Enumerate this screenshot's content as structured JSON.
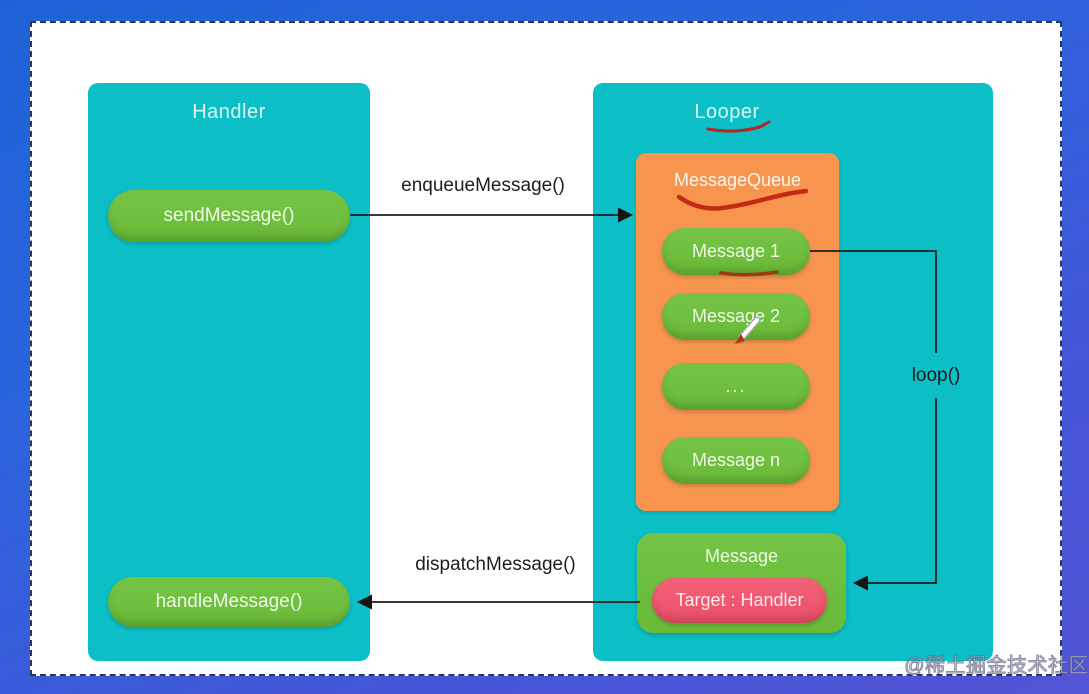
{
  "handler": {
    "title": "Handler",
    "send_label": "sendMessage()",
    "handle_label": "handleMessage()"
  },
  "looper": {
    "title": "Looper",
    "queue": {
      "title": "MessageQueue",
      "items": [
        "Message 1",
        "Message 2",
        "...",
        "Message n"
      ]
    },
    "message": {
      "title": "Message",
      "target_label": "Target : Handler"
    }
  },
  "labels": {
    "enqueue": "enqueueMessage()",
    "dispatch": "dispatchMessage()",
    "loop": "loop()"
  },
  "watermark": "@稀土掘金技术社区",
  "colors": {
    "box_cyan": "#0cbfc6",
    "pill_green": "#6ebd3c",
    "queue_orange": "#f7954f",
    "target_pink": "#ee556c",
    "annotation_red": "#c52a15",
    "arrow_black": "#1d1d1d",
    "frame_blue_top": "#1f62d8",
    "frame_blue_bottom": "#5255d6"
  }
}
